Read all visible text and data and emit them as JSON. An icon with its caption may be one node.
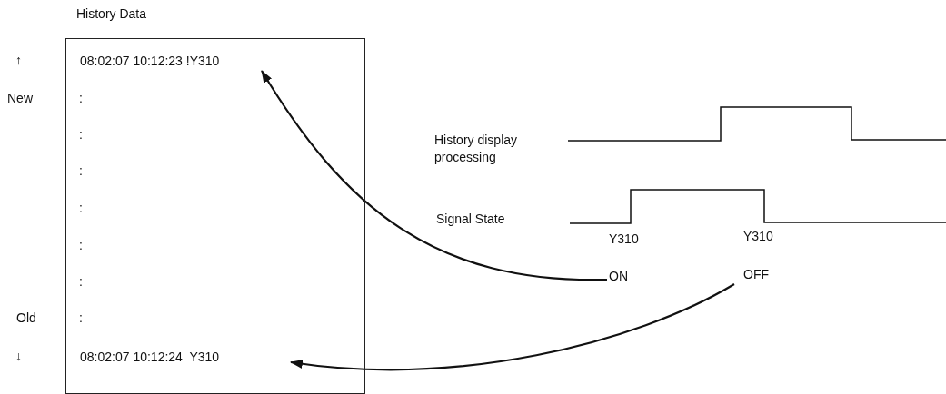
{
  "diagram": {
    "nodes": [
      {
        "text": [
          "History Data"
        ]
      },
      {
        "text": [
          "08:02:07 10:12:23 !Y310"
        ],
        "in": 0
      },
      {
        "text": [
          "08:02:07 10:12:24  Y310"
        ],
        "in": 0
      },
      {
        "text": [
          "ON"
        ]
      },
      {
        "text": [
          "OFF"
        ]
      }
    ],
    "edges": [
      {
        "from": 3,
        "to": 1,
        "arrow": "to"
      },
      {
        "from": 4,
        "to": 2,
        "arrow": "to"
      }
    ],
    "labels": [
      "↑",
      "New",
      ":",
      ":",
      ":",
      ":",
      ":",
      ":",
      ":",
      "Old",
      "↓",
      "History display processing",
      "Signal State",
      "Y310",
      "Y310"
    ]
  }
}
